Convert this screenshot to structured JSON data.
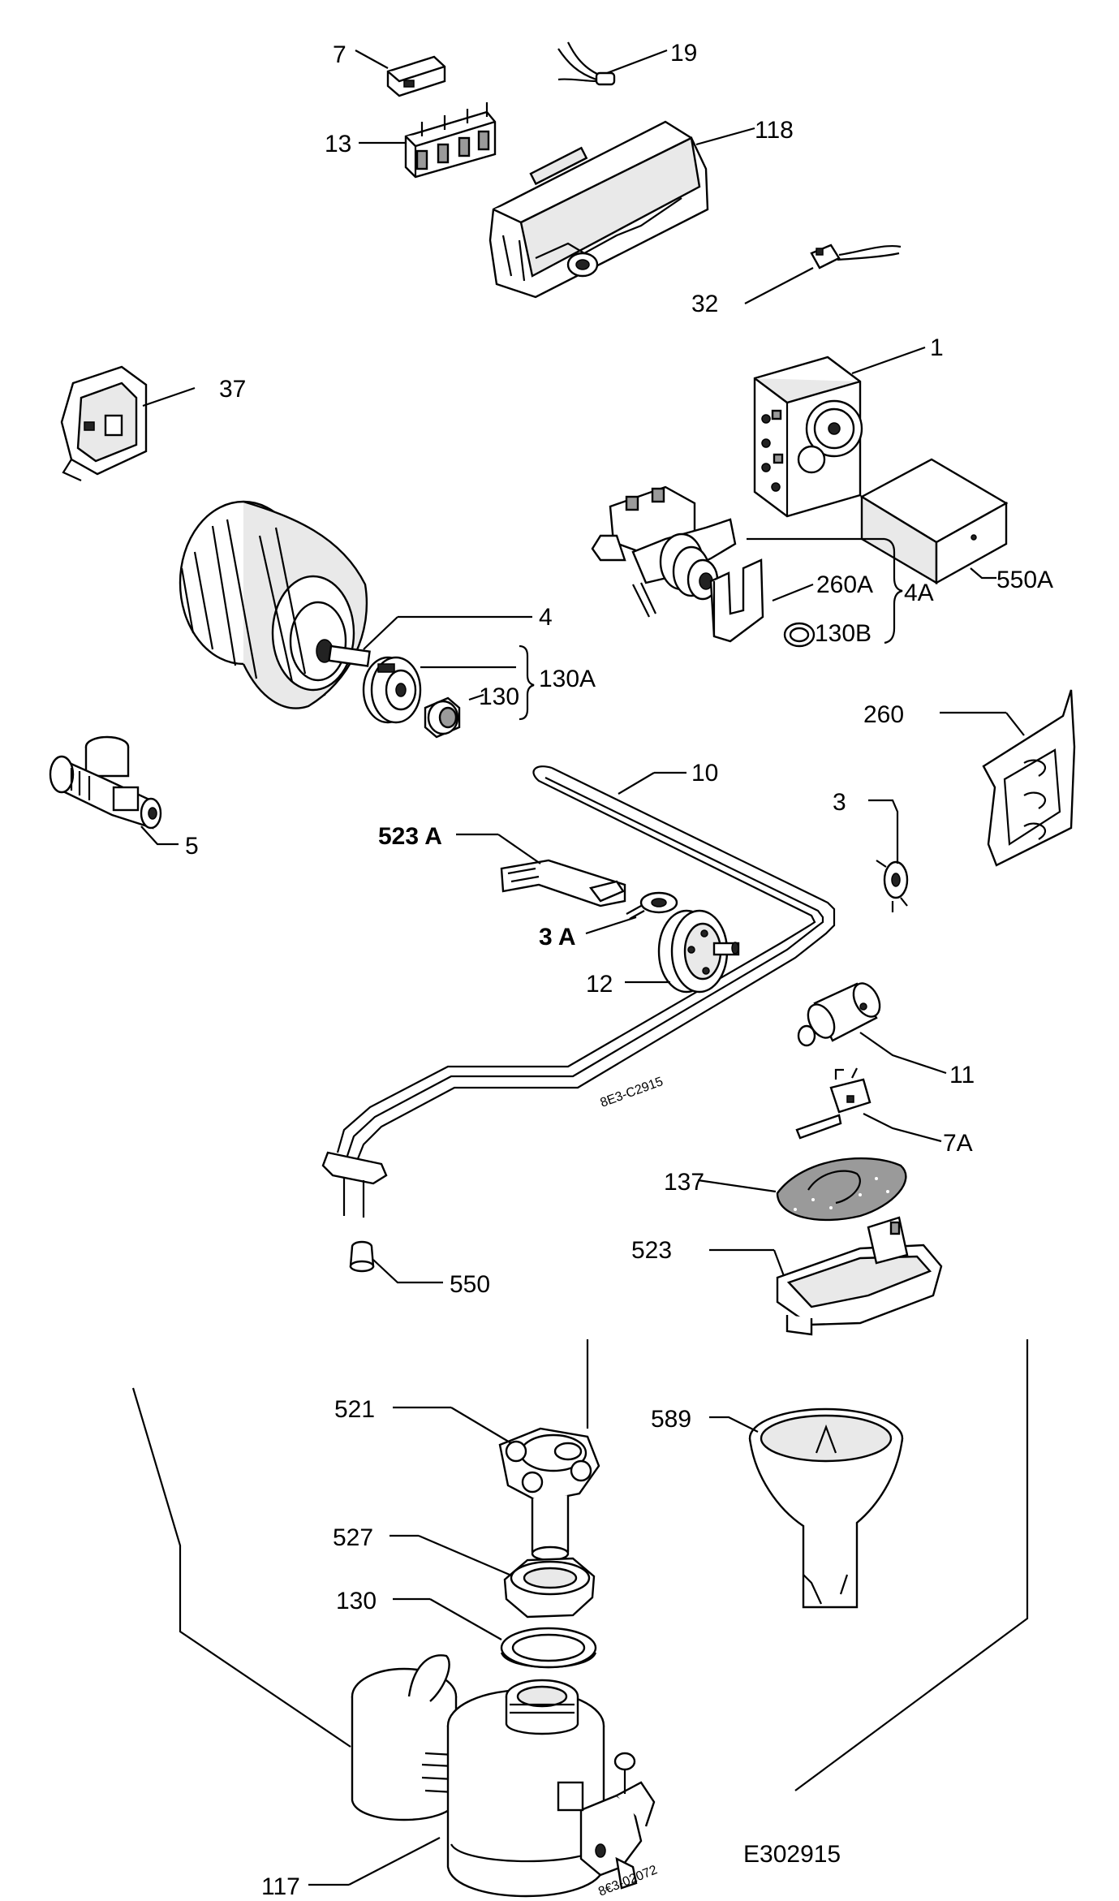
{
  "diagram": {
    "drawing_code": "E302915",
    "heater_stamp": "8E3-C2915",
    "softener_stamp": "8€3-02072",
    "labels": {
      "p7": "7",
      "p19": "19",
      "p13": "13",
      "p118": "118",
      "p32": "32",
      "p37": "37",
      "p1": "1",
      "p550a": "550A",
      "p260a": "260A",
      "p4a": "4A",
      "p130b": "130B",
      "p4": "4",
      "p130": "130",
      "p130a": "130A",
      "p260": "260",
      "p5": "5",
      "p10": "10",
      "p3": "3",
      "p523a": "523 A",
      "p3a": "3 A",
      "p12": "12",
      "p11": "11",
      "p7a": "7A",
      "p137": "137",
      "p523": "523",
      "p550": "550",
      "p521": "521",
      "p589": "589",
      "p527": "527",
      "p130_lower": "130",
      "p117": "117"
    }
  }
}
